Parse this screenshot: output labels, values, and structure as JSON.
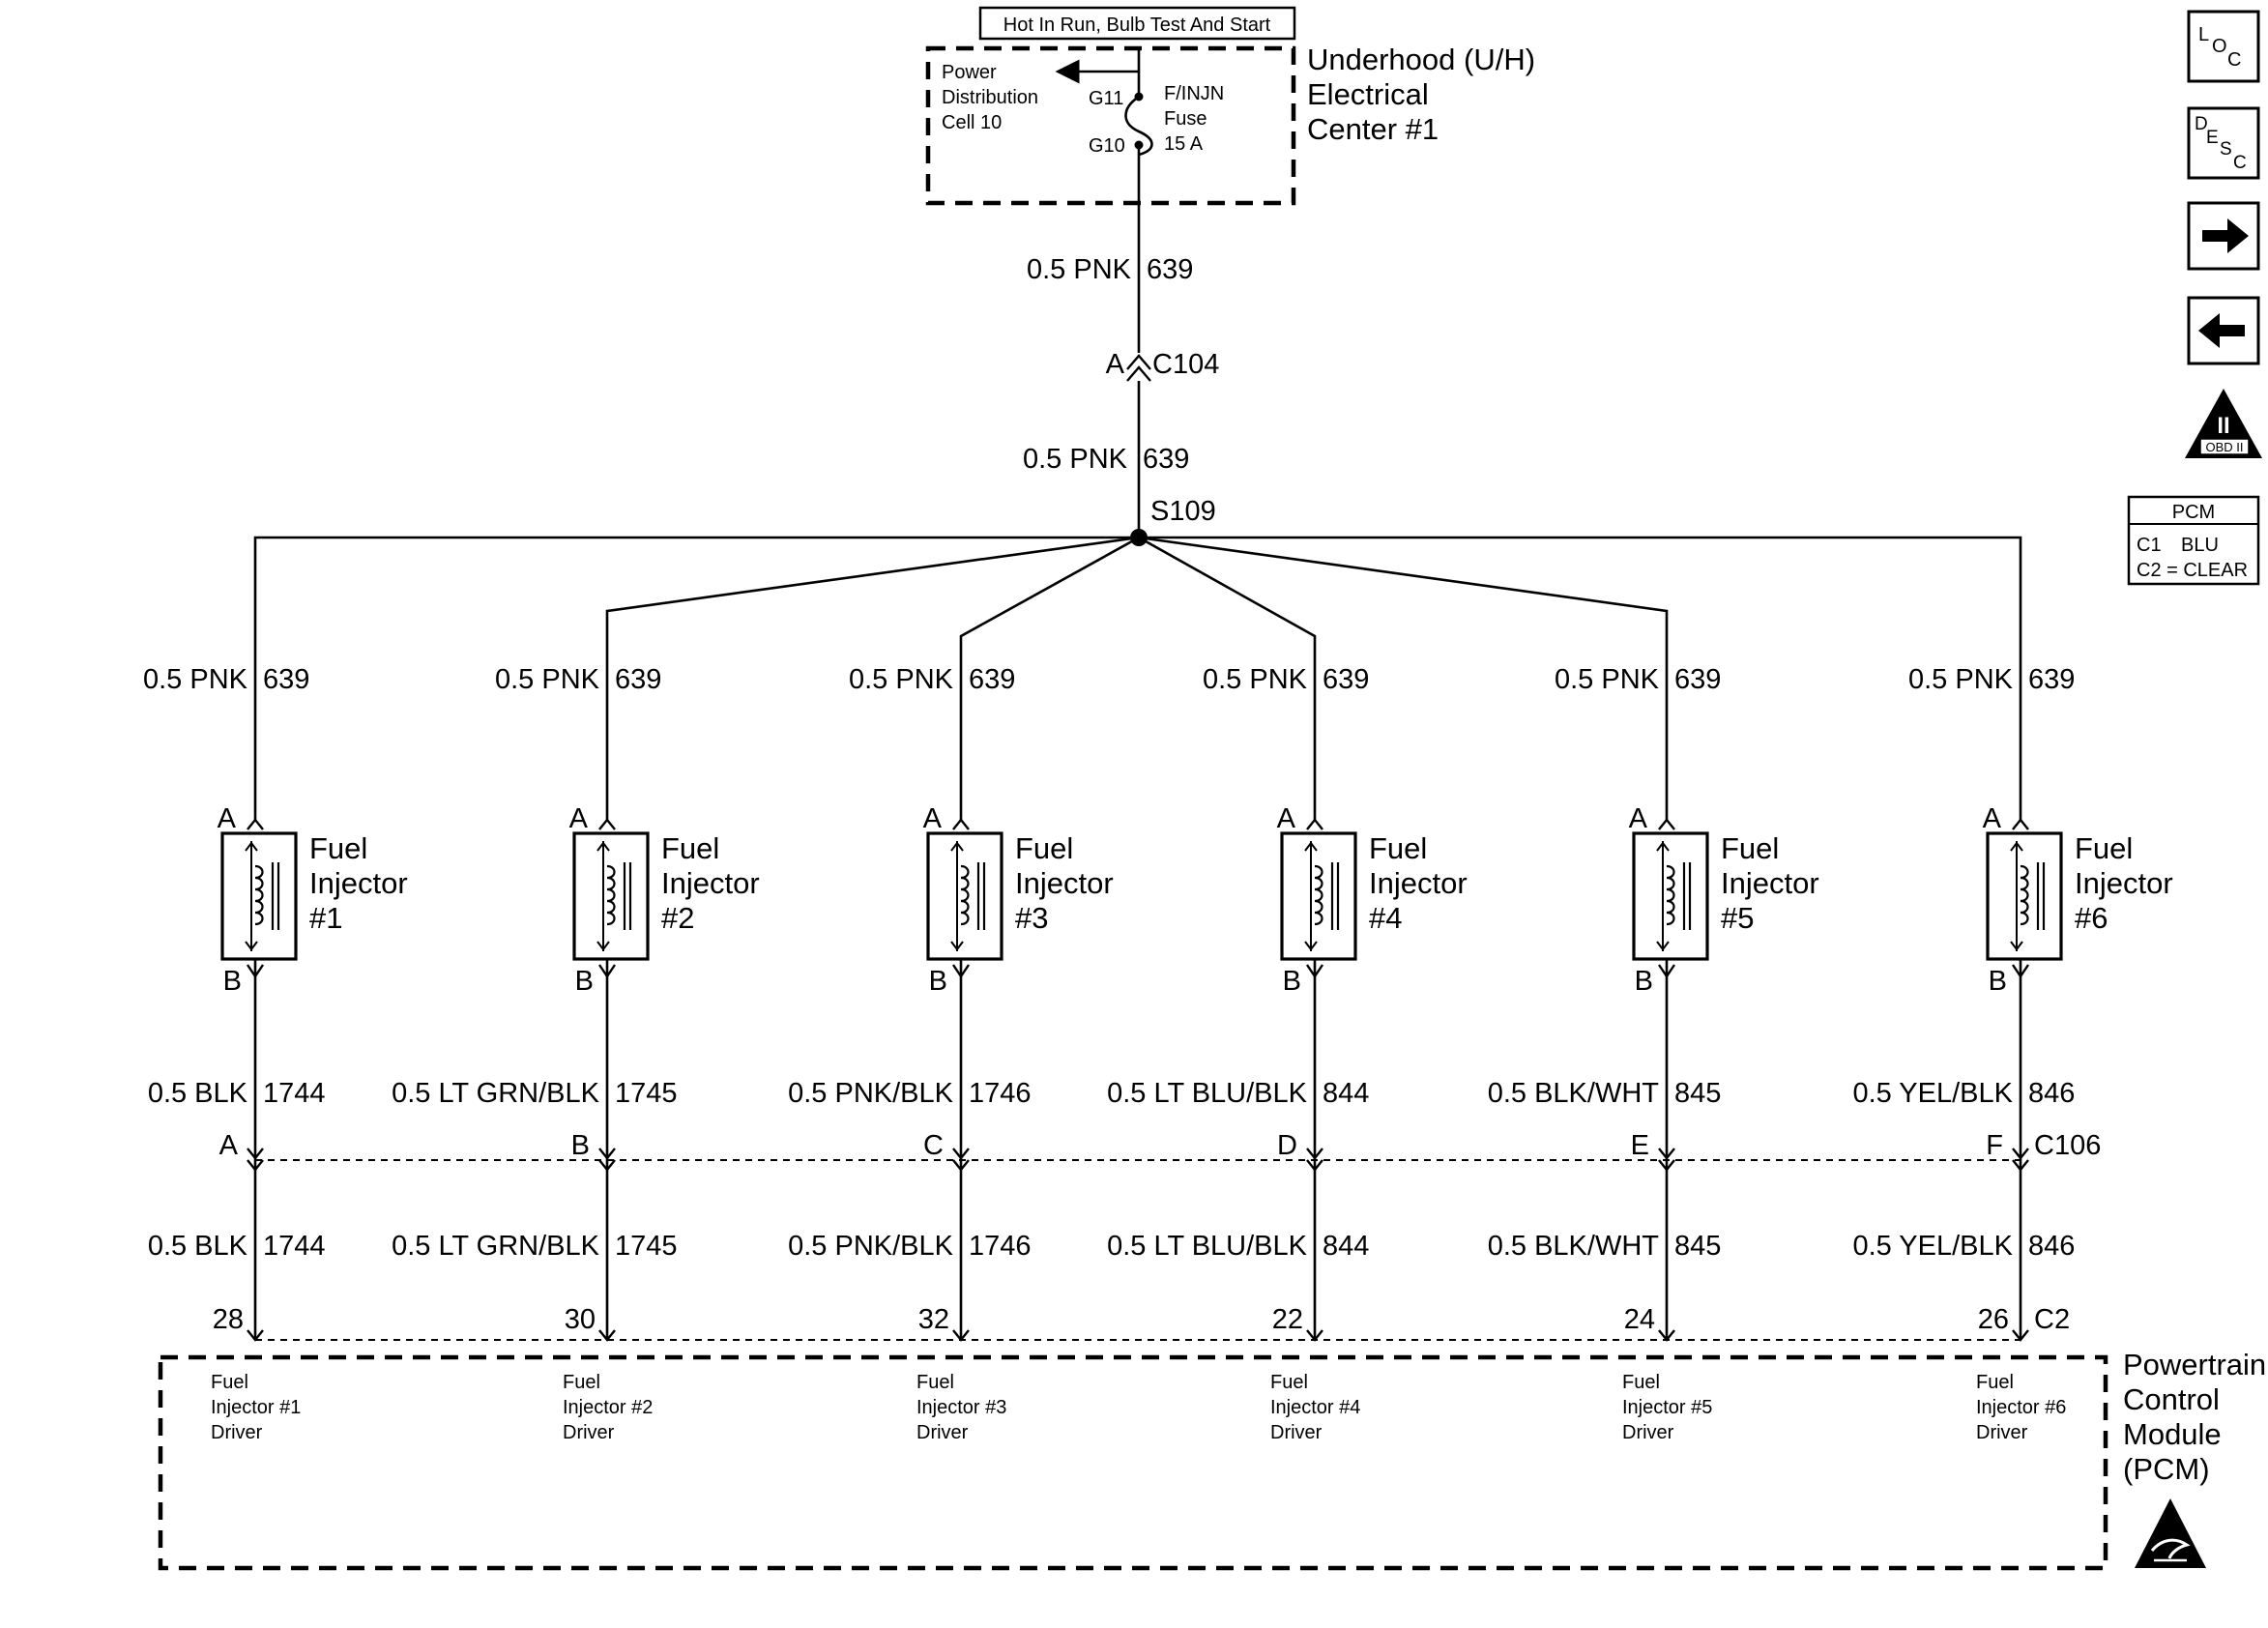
{
  "source": {
    "supply_label": "Hot In Run, Bulb Test And Start",
    "cell_label": [
      "Power",
      "Distribution",
      "Cell 10"
    ],
    "fuse_label": [
      "F/INJN",
      "Fuse",
      "15 A"
    ],
    "terminal_top": "G11",
    "terminal_bottom": "G10",
    "center_name": [
      "Underhood (U/H)",
      "Electrical",
      "Center #1"
    ]
  },
  "feed": {
    "wire_upper": {
      "gauge_color": "0.5 PNK",
      "circuit": "639"
    },
    "connector": {
      "pin": "A",
      "id": "C104"
    },
    "wire_lower": {
      "gauge_color": "0.5 PNK",
      "circuit": "639"
    },
    "splice": "S109"
  },
  "injectors": [
    {
      "feed_wire": "0.5 PNK",
      "feed_circuit": "639",
      "pin_a": "A",
      "pin_b": "B",
      "name": [
        "Fuel",
        "Injector",
        "#1"
      ],
      "wire": "0.5 BLK",
      "circuit": "1744",
      "c106_pin": "A",
      "pcm_pin": "28",
      "driver": [
        "Fuel",
        "Injector #1",
        "Driver"
      ]
    },
    {
      "feed_wire": "0.5 PNK",
      "feed_circuit": "639",
      "pin_a": "A",
      "pin_b": "B",
      "name": [
        "Fuel",
        "Injector",
        "#2"
      ],
      "wire": "0.5 LT GRN/BLK",
      "circuit": "1745",
      "c106_pin": "B",
      "pcm_pin": "30",
      "driver": [
        "Fuel",
        "Injector #2",
        "Driver"
      ]
    },
    {
      "feed_wire": "0.5 PNK",
      "feed_circuit": "639",
      "pin_a": "A",
      "pin_b": "B",
      "name": [
        "Fuel",
        "Injector",
        "#3"
      ],
      "wire": "0.5 PNK/BLK",
      "circuit": "1746",
      "c106_pin": "C",
      "pcm_pin": "32",
      "driver": [
        "Fuel",
        "Injector #3",
        "Driver"
      ]
    },
    {
      "feed_wire": "0.5 PNK",
      "feed_circuit": "639",
      "pin_a": "A",
      "pin_b": "B",
      "name": [
        "Fuel",
        "Injector",
        "#4"
      ],
      "wire": "0.5 LT BLU/BLK",
      "circuit": "844",
      "c106_pin": "D",
      "pcm_pin": "22",
      "driver": [
        "Fuel",
        "Injector #4",
        "Driver"
      ]
    },
    {
      "feed_wire": "0.5 PNK",
      "feed_circuit": "639",
      "pin_a": "A",
      "pin_b": "B",
      "name": [
        "Fuel",
        "Injector",
        "#5"
      ],
      "wire": "0.5 BLK/WHT",
      "circuit": "845",
      "c106_pin": "E",
      "pcm_pin": "24",
      "driver": [
        "Fuel",
        "Injector #5",
        "Driver"
      ]
    },
    {
      "feed_wire": "0.5 PNK",
      "feed_circuit": "639",
      "pin_a": "A",
      "pin_b": "B",
      "name": [
        "Fuel",
        "Injector",
        "#6"
      ],
      "wire": "0.5 YEL/BLK",
      "circuit": "846",
      "c106_pin": "F",
      "pcm_pin": "26",
      "driver": [
        "Fuel",
        "Injector #6",
        "Driver"
      ]
    }
  ],
  "connectors": {
    "inline": "C106",
    "pcm": "C2"
  },
  "pcm": {
    "name": [
      "Powertrain",
      "Control",
      "Module",
      "(PCM)"
    ],
    "legend": {
      "title": "PCM",
      "row1_id": "C1",
      "row1_color": "BLU",
      "row2": "C2 = CLEAR"
    }
  },
  "side_icons": [
    {
      "name": "loc-button",
      "icon": "loc-icon",
      "letters": [
        "L",
        "O",
        "C"
      ]
    },
    {
      "name": "desc-button",
      "icon": "desc-icon",
      "letters": [
        "D",
        "E",
        "S",
        "C"
      ]
    },
    {
      "name": "next-button",
      "icon": "arrow-right-icon"
    },
    {
      "name": "back-button",
      "icon": "arrow-left-icon"
    },
    {
      "name": "obd-ii-badge",
      "icon": "obd-ii-icon",
      "text": "OBD II"
    }
  ],
  "symbols": {
    "roman_two": "II"
  }
}
